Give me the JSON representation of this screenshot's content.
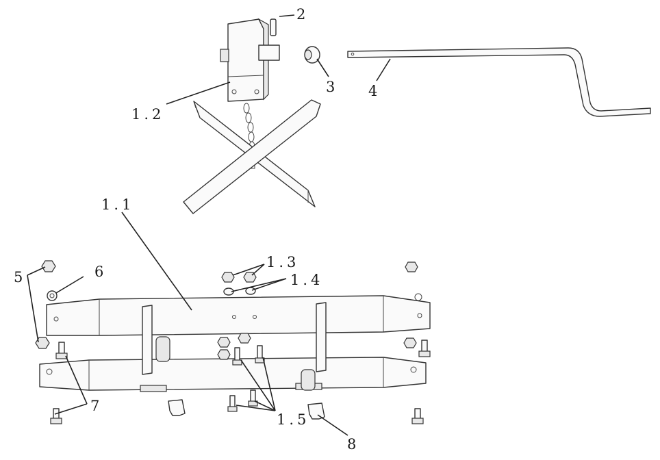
{
  "labels": {
    "l_1_1": "1.1",
    "l_1_2": "1.2",
    "l_1_3": "1.3",
    "l_1_4": "1.4",
    "l_1_5": "1.5",
    "l_2": "2",
    "l_3": "3",
    "l_4": "4",
    "l_5": "5",
    "l_6": "6",
    "l_7": "7",
    "l_8": "8"
  }
}
